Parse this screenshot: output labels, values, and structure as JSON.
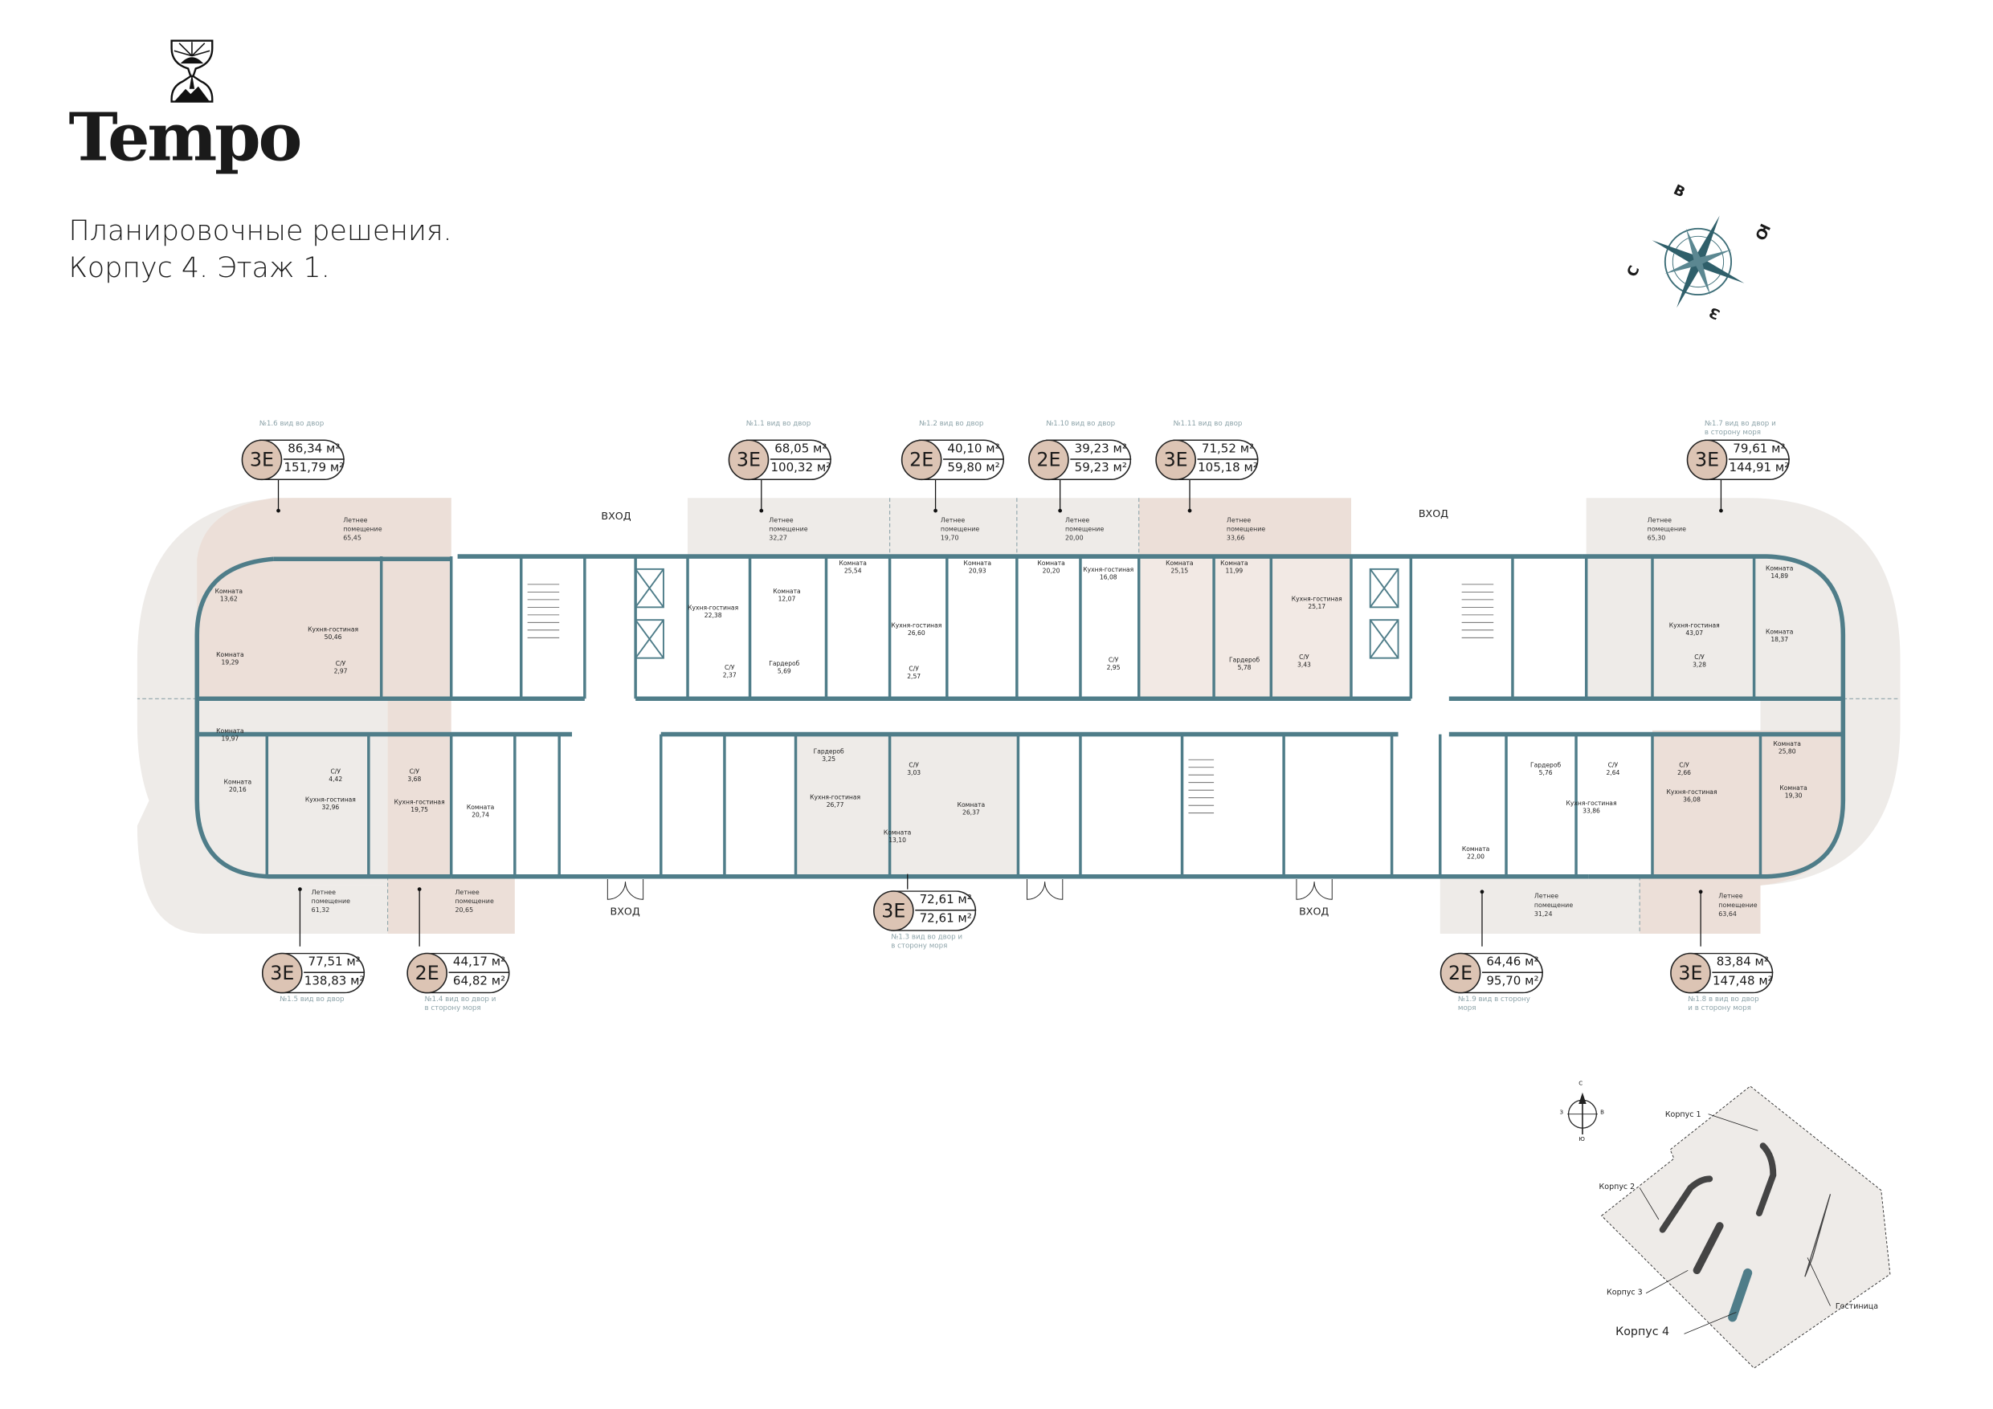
{
  "header": {
    "brand": "Tempo",
    "title_line1": "Планировочные решения.",
    "title_line2": "Корпус 4. Этаж 1."
  },
  "compass": {
    "north": "С",
    "east": "В",
    "south": "Ю",
    "west": "З"
  },
  "colors": {
    "wall": "#4f7d89",
    "badge": "#dcc4b4",
    "terrace_pink": "#ecdfd8",
    "terrace_gray": "#eeebe8",
    "caption": "#8ea4aa"
  },
  "apartments": [
    {
      "type": "3E",
      "area": "86,34 м²",
      "total": "151,79 м²",
      "caption": "№1.6 вид во двор"
    },
    {
      "type": "3E",
      "area": "68,05 м²",
      "total": "100,32 м²",
      "caption": "№1.1 вид во двор"
    },
    {
      "type": "2E",
      "area": "40,10 м²",
      "total": "59,80 м²",
      "caption": "№1.2 вид во двор"
    },
    {
      "type": "2E",
      "area": "39,23 м²",
      "total": "59,23 м²",
      "caption": "№1.10 вид во двор"
    },
    {
      "type": "3E",
      "area": "71,52 м²",
      "total": "105,18 м²",
      "caption": "№1.11 вид во двор"
    },
    {
      "type": "3E",
      "area": "79,61 м²",
      "total": "144,91 м²",
      "caption": "№1.7 вид во двор и в сторону моря"
    },
    {
      "type": "3E",
      "area": "77,51 м²",
      "total": "138,83 м²",
      "caption": "№1.5 вид во двор"
    },
    {
      "type": "2E",
      "area": "44,17 м²",
      "total": "64,82 м²",
      "caption": "№1.4 вид во двор и в сторону моря"
    },
    {
      "type": "3E",
      "area": "72,61 м²",
      "total": "72,61 м²",
      "caption": "№1.3 вид во двор и в сторону моря"
    },
    {
      "type": "2E",
      "area": "64,46 м²",
      "total": "95,70 м²",
      "caption": "№1.9 вид в сторону моря"
    },
    {
      "type": "3E",
      "area": "83,84 м²",
      "total": "147,48 м²",
      "caption": "№1.8 в вид во двор и в сторону моря"
    }
  ],
  "summer_rooms": [
    {
      "label": "Летнее помещение",
      "area": "65,45"
    },
    {
      "label": "Летнее помещение",
      "area": "32,27"
    },
    {
      "label": "Летнее помещение",
      "area": "19,70"
    },
    {
      "label": "Летнее помещение",
      "area": "20,00"
    },
    {
      "label": "Летнее помещение",
      "area": "33,66"
    },
    {
      "label": "Летнее помещение",
      "area": "65,30"
    },
    {
      "label": "Летнее помещение",
      "area": "61,32"
    },
    {
      "label": "Летнее помещение",
      "area": "20,65"
    },
    {
      "label": "Летнее помещение",
      "area": "31,24"
    },
    {
      "label": "Летнее помещение",
      "area": "63,64"
    }
  ],
  "entrances": [
    "ВХОД",
    "ВХОД",
    "ВХОД",
    "ВХОД"
  ],
  "rooms": [
    {
      "name": "Комната",
      "area": "13,62"
    },
    {
      "name": "Кухня-гостиная",
      "area": "50,46"
    },
    {
      "name": "Комната",
      "area": "19,29"
    },
    {
      "name": "С/У",
      "area": "2,97"
    },
    {
      "name": "Комната",
      "area": "19,97"
    },
    {
      "name": "С/У",
      "area": "4,42"
    },
    {
      "name": "Комната",
      "area": "20,16"
    },
    {
      "name": "Кухня-гостиная",
      "area": "32,96"
    },
    {
      "name": "С/У",
      "area": "3,68"
    },
    {
      "name": "Кухня-гостиная",
      "area": "19,75"
    },
    {
      "name": "Комната",
      "area": "20,74"
    },
    {
      "name": "Кухня-гостиная",
      "area": "22,38"
    },
    {
      "name": "Комната",
      "area": "12,07"
    },
    {
      "name": "Комната",
      "area": "25,54"
    },
    {
      "name": "С/У",
      "area": "2,37"
    },
    {
      "name": "Гардероб",
      "area": "5,69"
    },
    {
      "name": "Комната",
      "area": "20,93"
    },
    {
      "name": "Кухня-гостиная",
      "area": "26,60"
    },
    {
      "name": "С/У",
      "area": "2,57"
    },
    {
      "name": "Комната",
      "area": "20,20"
    },
    {
      "name": "Кухня-гостиная",
      "area": "16,08"
    },
    {
      "name": "С/У",
      "area": "2,95"
    },
    {
      "name": "Комната",
      "area": "25,15"
    },
    {
      "name": "Комната",
      "area": "11,99"
    },
    {
      "name": "Кухня-гостиная",
      "area": "25,17"
    },
    {
      "name": "Гардероб",
      "area": "5,78"
    },
    {
      "name": "С/У",
      "area": "3,43"
    },
    {
      "name": "Гардероб",
      "area": "3,25"
    },
    {
      "name": "Кухня-гостиная",
      "area": "26,77"
    },
    {
      "name": "Комната",
      "area": "13,10"
    },
    {
      "name": "С/У",
      "area": "3,03"
    },
    {
      "name": "Комната",
      "area": "26,37"
    },
    {
      "name": "Комната",
      "area": "22,00"
    },
    {
      "name": "Гардероб",
      "area": "5,76"
    },
    {
      "name": "С/У",
      "area": "2,64"
    },
    {
      "name": "Кухня-гостиная",
      "area": "33,86"
    },
    {
      "name": "Комната",
      "area": "14,89"
    },
    {
      "name": "Кухня-гостиная",
      "area": "43,07"
    },
    {
      "name": "Комната",
      "area": "18,37"
    },
    {
      "name": "С/У",
      "area": "3,28"
    },
    {
      "name": "С/У",
      "area": "2,66"
    },
    {
      "name": "Комната",
      "area": "25,80"
    },
    {
      "name": "Кухня-гостиная",
      "area": "36,08"
    },
    {
      "name": "Комната",
      "area": "19,30"
    }
  ],
  "site_plan": {
    "compass": {
      "north": "С",
      "east": "В",
      "south": "Ю",
      "west": "З"
    },
    "labels": [
      "Корпус 1",
      "Корпус 2",
      "Корпус 3",
      "Корпус 4",
      "Гостиница"
    ]
  }
}
